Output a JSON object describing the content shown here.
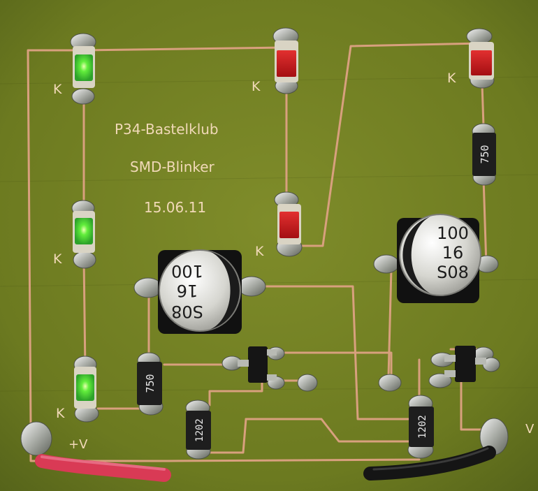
{
  "board": {
    "title_line1": "P34-Bastelklub",
    "title_line2": "SMD-Blinker",
    "date": "15.06.11",
    "plus_v_label": "+V",
    "minus_label": "V",
    "cathode_label": "K"
  },
  "capacitors": {
    "left": {
      "line1": "100",
      "line2": "16",
      "line3": "S08"
    },
    "right": {
      "line1": "100",
      "line2": "16",
      "line3": "S08"
    }
  },
  "resistors": {
    "r750_left": "750",
    "r750_right": "750",
    "r1202_left": "1202",
    "r1202_right": "1202"
  },
  "colors": {
    "pcb": "#6f7d22",
    "trace": "#d8a07e",
    "led_green": "#4be33a",
    "led_red": "#c51a1a",
    "wire_red": "#d93a55",
    "wire_black": "#151515"
  }
}
